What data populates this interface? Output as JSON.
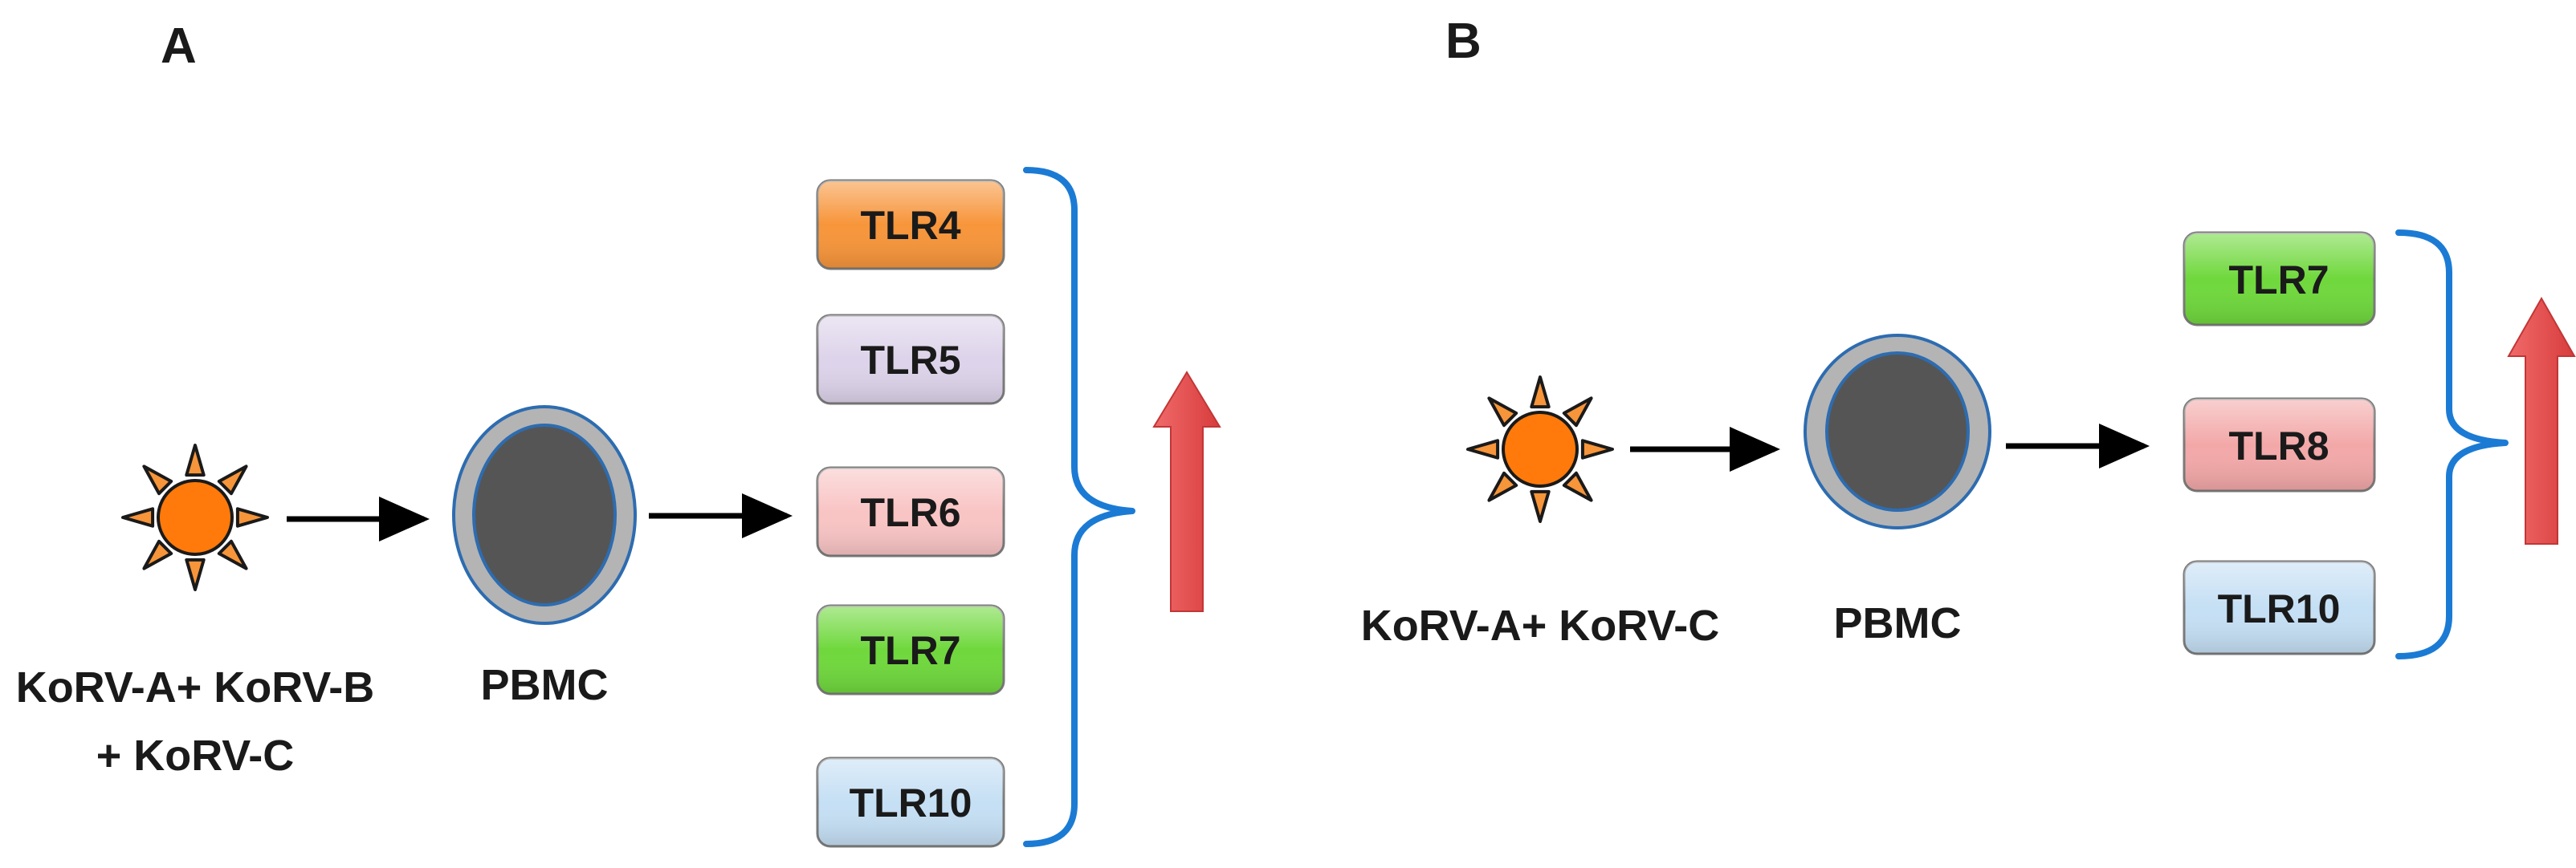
{
  "panels": [
    {
      "letter": "A",
      "virus_label_lines": [
        "KoRV-A+ KoRV-B",
        "+ KoRV-C"
      ],
      "cell_label": "PBMC",
      "tlrs": [
        {
          "label": "TLR4",
          "color": "#f7953a"
        },
        {
          "label": "TLR5",
          "color": "#ddd3ea"
        },
        {
          "label": "TLR6",
          "color": "#f9c4c4"
        },
        {
          "label": "TLR7",
          "color": "#6fd83c"
        },
        {
          "label": "TLR10",
          "color": "#c5dff4"
        }
      ]
    },
    {
      "letter": "B",
      "virus_label_lines": [
        "KoRV-A+ KoRV-C"
      ],
      "cell_label": "PBMC",
      "tlrs": [
        {
          "label": "TLR7",
          "color": "#6fd83c"
        },
        {
          "label": "TLR8",
          "color": "#f3a8a8"
        },
        {
          "label": "TLR10",
          "color": "#c5dff4"
        }
      ]
    }
  ],
  "colors": {
    "virus_core": "#ff7a0a",
    "virus_spike": "#f7953a",
    "cell_outer": "#b4b4b4",
    "cell_nucleus": "#555555",
    "cell_edge": "#2d6cb0",
    "bracket": "#1b7bd4",
    "up_arrow": "#e04848",
    "flow_arrow": "#000000"
  },
  "icons": {
    "virus": "virus-icon",
    "cell": "pbmc-cell-icon",
    "increase": "up-arrow-icon"
  }
}
